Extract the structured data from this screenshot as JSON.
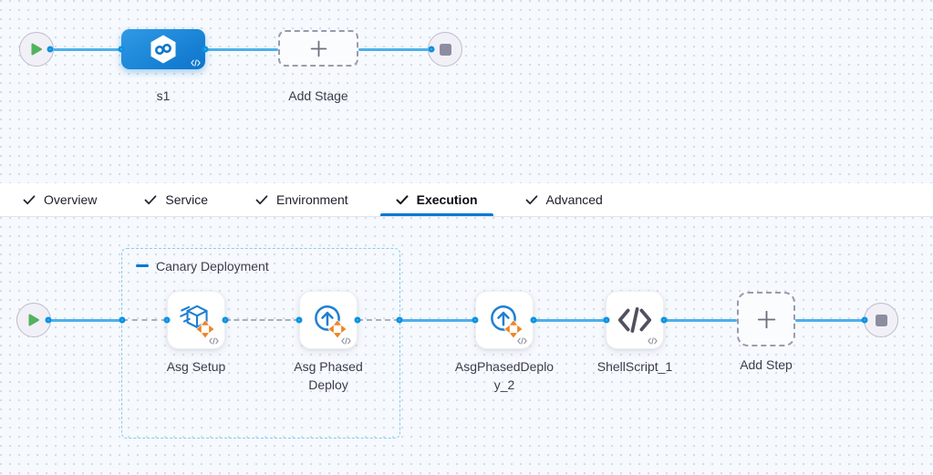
{
  "stage_graph": {
    "stage": {
      "name": "s1",
      "icon": "harness-cd-stage-icon"
    },
    "add_stage_label": "Add Stage"
  },
  "tab_bar": {
    "active_tab": "Execution",
    "tabs": [
      {
        "label": "Overview",
        "checked": true
      },
      {
        "label": "Service",
        "checked": true
      },
      {
        "label": "Environment",
        "checked": true
      },
      {
        "label": "Execution",
        "checked": true
      },
      {
        "label": "Advanced",
        "checked": true
      }
    ]
  },
  "execution_graph": {
    "group_label": "Canary Deployment",
    "steps": [
      {
        "name": "Asg Setup",
        "icon": "asg-setup-icon",
        "in_group": true
      },
      {
        "name": "Asg Phased Deploy",
        "icon": "asg-phased-deploy-icon",
        "in_group": true
      },
      {
        "name": "AsgPhasedDeploy_2",
        "icon": "asg-phased-deploy-icon",
        "in_group": false
      },
      {
        "name": "ShellScript_1",
        "icon": "shell-script-icon",
        "in_group": false
      }
    ],
    "add_step_label": "Add Step"
  },
  "colors": {
    "accent_blue": "#0278d5",
    "connector_blue": "#4db1e8",
    "port_border_blue": "#0b92e1",
    "group_border_blue": "#85ccf2",
    "step_orange": "#f08222",
    "play_green": "#53b15f",
    "stop_gray": "#8d8da1"
  }
}
